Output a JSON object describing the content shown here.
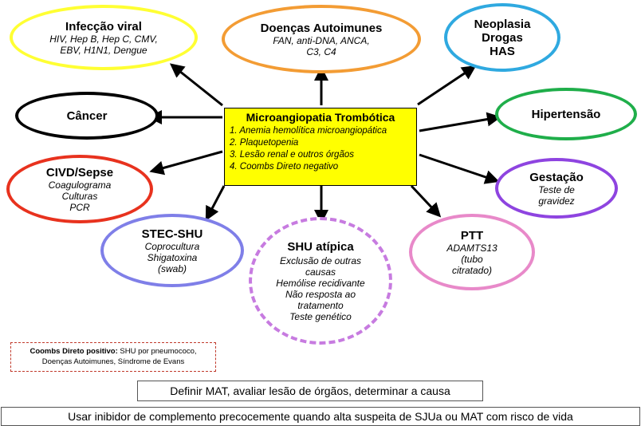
{
  "center": {
    "title": "Microangiopatia Trombótica",
    "items": [
      "1. Anemia hemolítica microangiopática",
      "2. Plaquetopenia",
      "3. Lesão renal e outros órgãos",
      "4. Coombs Direto negativo"
    ]
  },
  "nodes": {
    "viral": {
      "title": "Infecção viral",
      "lines": [
        "HIV, Hep B, Hep C, CMV,",
        "EBV, H1N1, Dengue"
      ],
      "color": "#ffff33"
    },
    "autoimune": {
      "title": "Doenças Autoimunes",
      "lines": [
        "FAN, anti-DNA, ANCA,",
        "C3, C4"
      ],
      "color": "#f39c34"
    },
    "neoplasia": {
      "title_lines": [
        "Neoplasia",
        "Drogas",
        "HAS"
      ],
      "color": "#2fa9e0"
    },
    "cancer": {
      "title": "Câncer",
      "color": "#000000"
    },
    "hipertensao": {
      "title": "Hipertensão",
      "color": "#1fae4a"
    },
    "civd": {
      "title": "CIVD/Sepse",
      "lines": [
        "Coagulograma",
        "Culturas",
        "PCR"
      ],
      "color": "#e8321e"
    },
    "gestacao": {
      "title": "Gestação",
      "lines": [
        "Teste de",
        "gravidez"
      ],
      "color": "#8e44e0"
    },
    "stec": {
      "title": "STEC-SHU",
      "lines": [
        "Coprocultura",
        "Shigatoxina",
        "(swab)"
      ],
      "color": "#7f7fe8"
    },
    "shu": {
      "title": "SHU atípica",
      "lines": [
        "Exclusão de outras",
        "causas",
        "Hemólise recidivante",
        "Não resposta ao",
        "tratamento",
        "Teste genético"
      ],
      "color": "#c77be0"
    },
    "ptt": {
      "title": "PTT",
      "lines": [
        "ADAMTS13",
        "(tubo",
        "citratado)"
      ],
      "color": "#e889c9"
    }
  },
  "note": {
    "label": "Coombs Direto positivo:",
    "text": " SHU por pneumococo, Doenças Autoimunes, Síndrome de Evans"
  },
  "footer": {
    "box1": "Definir MAT, avaliar lesão de órgãos, determinar a causa",
    "box2": "Usar inibidor de complemento precocemente quando alta suspeita de SJUa ou MAT com risco de vida"
  }
}
